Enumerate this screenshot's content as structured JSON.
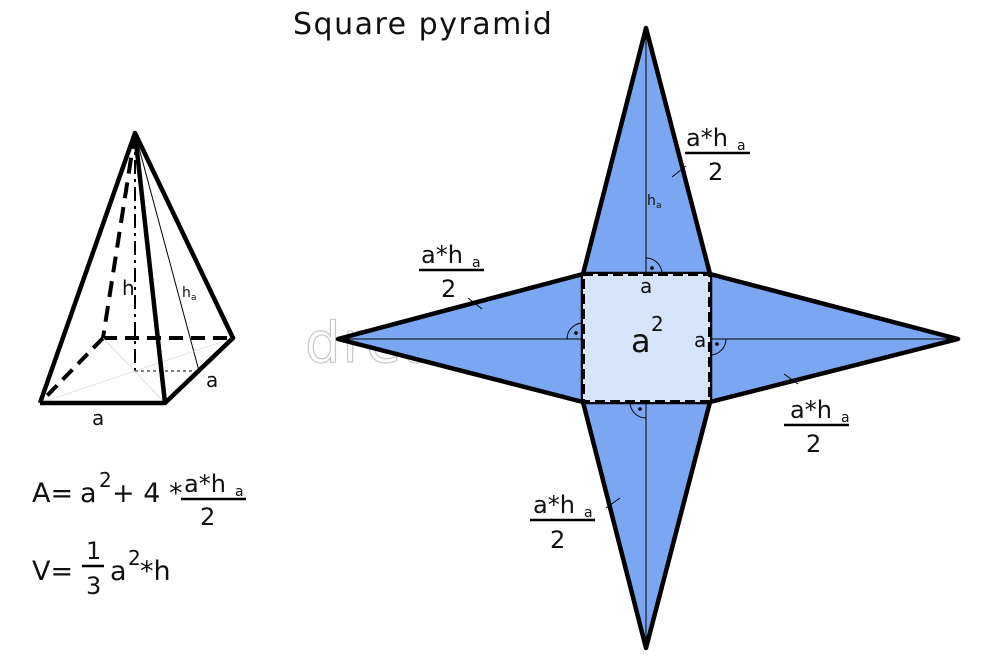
{
  "title": "Square pyramid",
  "colors": {
    "face": "#7BA7F2",
    "base": "#D7E5FB",
    "outline": "#000000",
    "background": "#FFFFFF"
  },
  "pyramid3d": {
    "label_h": "h",
    "label_ha": "h",
    "label_ha_sub": "a",
    "label_a_front": "a",
    "label_a_side": "a"
  },
  "net": {
    "base_area_label": "a",
    "base_area_exp": "2",
    "side_top": "a",
    "side_right": "a",
    "ha_inner": "h",
    "ha_inner_sub": "a",
    "face_num": "a*h",
    "face_num_sub": "a",
    "face_den": "2"
  },
  "formulas": {
    "area_lhs": "A=",
    "area_a": "a",
    "area_exp": "2",
    "area_plus": "+ 4 *",
    "area_num": "a*h",
    "area_num_sub": "a",
    "area_den": "2",
    "vol_lhs": "V=",
    "vol_num": "1",
    "vol_den": "3",
    "vol_a": "a",
    "vol_exp": "2",
    "vol_tail": "*h"
  }
}
